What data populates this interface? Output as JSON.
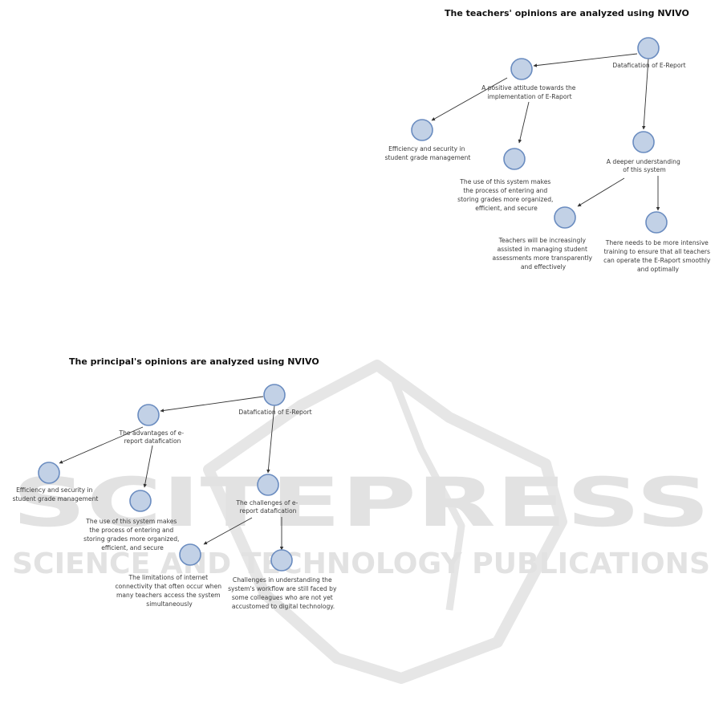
{
  "watermark": {
    "line1": "SCITEPRESS",
    "line2": "SCIENCE AND TECHNOLOGY PUBLICATIONS",
    "color": "#e2e2e2"
  },
  "colors": {
    "node_fill": "#c2d1e6",
    "node_stroke": "#6a8cc0",
    "edge": "#333333",
    "text": "#3a3a3a"
  },
  "teachers": {
    "title": "The teachers' opinions are analyzed using NVIVO",
    "nodes": {
      "root": [
        "Datafication of E-Report"
      ],
      "attitude": [
        "A positive attitude towards the",
        "implementation of E-Raport"
      ],
      "efficiency": [
        "Efficiency and security in",
        "student grade management"
      ],
      "use": [
        "The use of this system makes",
        "the process of entering and",
        "storing grades more organized,",
        "efficient, and secure"
      ],
      "deeper": [
        "A deeper understanding",
        "of this system"
      ],
      "assisted": [
        "Teachers will be increasingly",
        "assisted in managing student",
        "assessments more transparently",
        "and effectively"
      ],
      "training": [
        "There needs to be more intensive",
        "training to ensure that all teachers",
        "can operate the E-Raport smoothly",
        "and optimally"
      ]
    }
  },
  "principal": {
    "title": "The principal's opinions are analyzed using NVIVO",
    "nodes": {
      "root": [
        "Datafication of E-Report"
      ],
      "advantages": [
        "The advantages of e-",
        "report datafication"
      ],
      "efficiency": [
        "Efficiency and security in",
        "student grade management"
      ],
      "use": [
        "The use of this system makes",
        "the process of entering and",
        "storing grades more organized,",
        "efficient, and secure"
      ],
      "challenges": [
        "The challenges of e-",
        "report datafication"
      ],
      "limitations": [
        "The limitations of internet",
        "connectivity that often occur when",
        "many teachers access the system",
        "simultaneously"
      ],
      "understanding": [
        "Challenges in understanding the",
        "system's workflow are still faced by",
        "some colleagues who are not yet",
        "accustomed to digital technology."
      ]
    }
  }
}
